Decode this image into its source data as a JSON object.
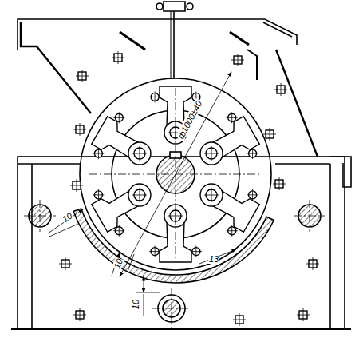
{
  "diagram": {
    "labels": [
      "ф1000±40",
      "10",
      "10",
      "13",
      "10"
    ]
  }
}
